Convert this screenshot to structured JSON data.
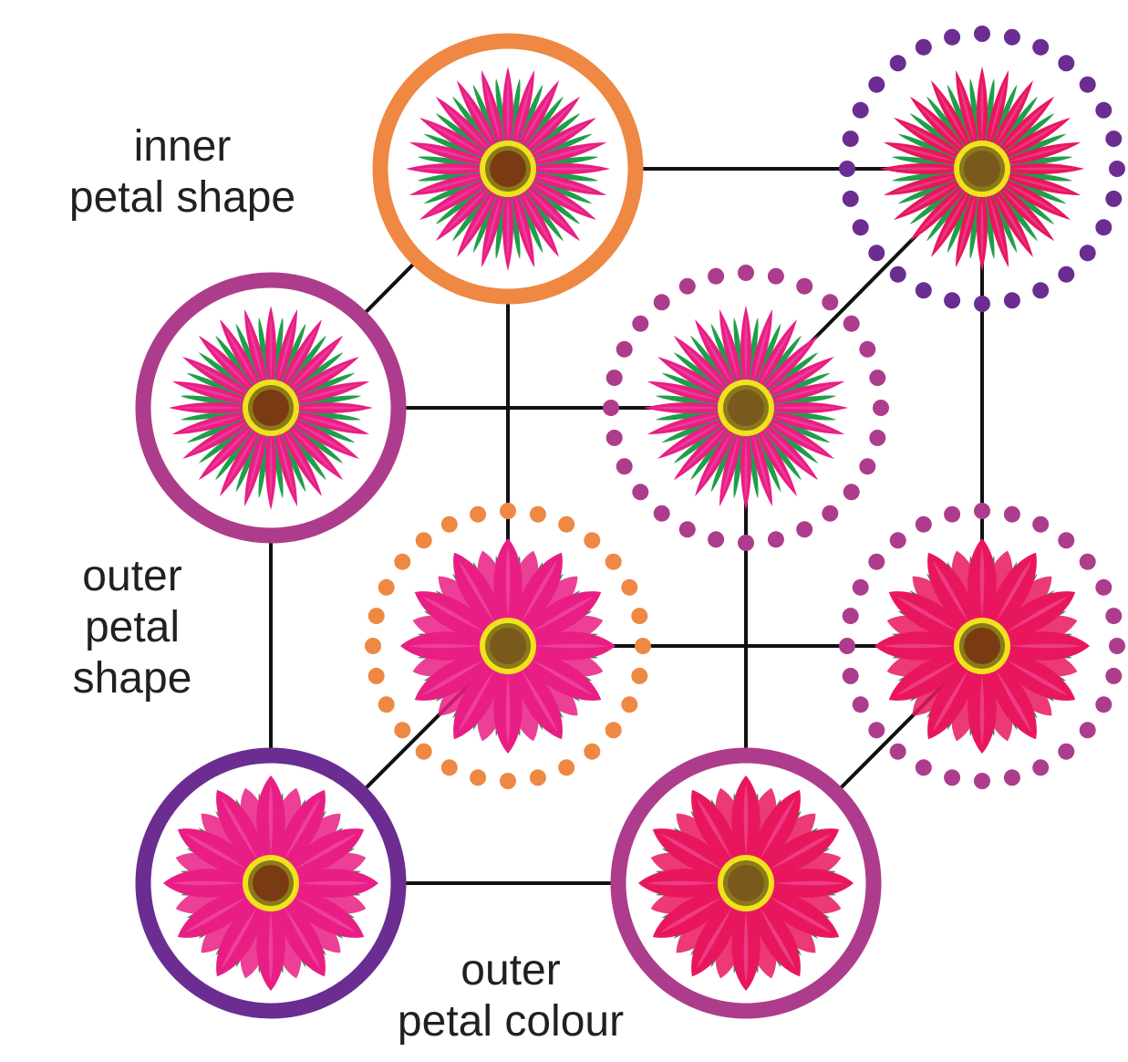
{
  "axis_labels": {
    "inner_petal_shape": [
      "inner",
      "petal shape"
    ],
    "outer_petal_shape": [
      "outer",
      "petal",
      "shape"
    ],
    "outer_petal_colour": [
      "outer",
      "petal colour"
    ]
  },
  "colors": {
    "orange": "#ee8843",
    "magenta_ring": "#ae3c8c",
    "purple": "#6b2d91",
    "petal_pink": "#e91e84",
    "petal_red": "#e8175d",
    "petal_highlight": "#f55fb0",
    "leaf_green": "#1e9f49",
    "center_ring": "#f2e21c",
    "center_dark": "#7a3b12",
    "center_olive": "#7a5a1c",
    "edge": "#111111"
  },
  "nodes": [
    {
      "id": "A",
      "ring": "solid",
      "ring_color": "orange",
      "petal_color": "petal_pink",
      "petal": "narrow",
      "center": "center_dark"
    },
    {
      "id": "B",
      "ring": "dotted",
      "ring_color": "purple",
      "petal_color": "petal_red",
      "petal": "narrow",
      "center": "center_olive"
    },
    {
      "id": "C",
      "ring": "solid",
      "ring_color": "magenta_ring",
      "petal_color": "petal_pink",
      "petal": "narrow",
      "center": "center_dark"
    },
    {
      "id": "D",
      "ring": "dotted",
      "ring_color": "magenta_ring",
      "petal_color": "petal_pink",
      "petal": "narrow",
      "center": "center_olive"
    },
    {
      "id": "E",
      "ring": "dotted",
      "ring_color": "orange",
      "petal_color": "petal_pink",
      "petal": "wide",
      "center": "center_olive"
    },
    {
      "id": "F",
      "ring": "dotted",
      "ring_color": "magenta_ring",
      "petal_color": "petal_red",
      "petal": "wide",
      "center": "center_dark"
    },
    {
      "id": "G",
      "ring": "solid",
      "ring_color": "purple",
      "petal_color": "petal_pink",
      "petal": "wide",
      "center": "center_dark"
    },
    {
      "id": "H",
      "ring": "solid",
      "ring_color": "magenta_ring",
      "petal_color": "petal_red",
      "petal": "wide",
      "center": "center_olive"
    }
  ],
  "edges": [
    [
      "A",
      "B"
    ],
    [
      "A",
      "C"
    ],
    [
      "A",
      "E"
    ],
    [
      "B",
      "D"
    ],
    [
      "B",
      "F"
    ],
    [
      "C",
      "D"
    ],
    [
      "C",
      "G"
    ],
    [
      "D",
      "H"
    ],
    [
      "E",
      "F"
    ],
    [
      "E",
      "G"
    ],
    [
      "F",
      "H"
    ],
    [
      "G",
      "H"
    ]
  ]
}
